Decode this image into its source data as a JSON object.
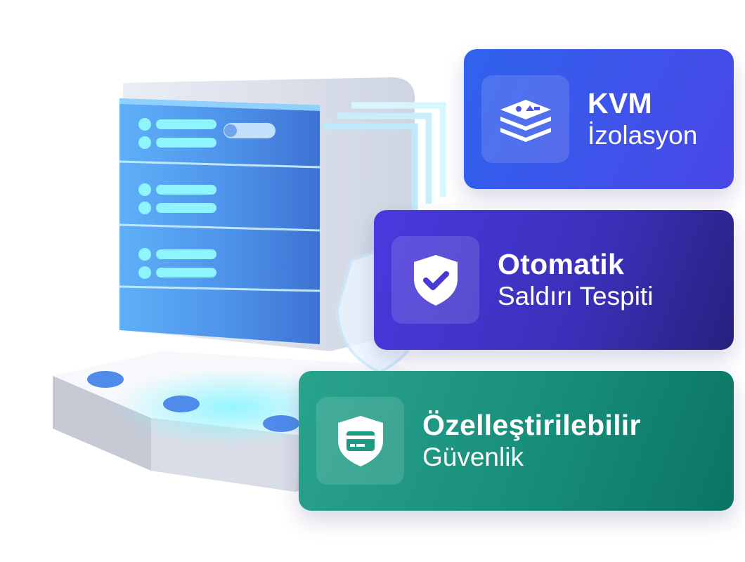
{
  "colors": {
    "kvm_card": "#3a56ea",
    "attack_card": "#3d31c0",
    "custom_card": "#179079",
    "server_blue": "#4a9af0",
    "server_glow": "#7ff2ff"
  },
  "features": [
    {
      "title": "KVM",
      "subtitle": "İzolasyon",
      "icon": "stack-icon"
    },
    {
      "title": "Otomatik",
      "subtitle": "Saldırı Tespiti",
      "icon": "shield-check-icon"
    },
    {
      "title": "Özelleştirilebilir",
      "subtitle": "Güvenlik",
      "icon": "shield-card-icon"
    }
  ]
}
